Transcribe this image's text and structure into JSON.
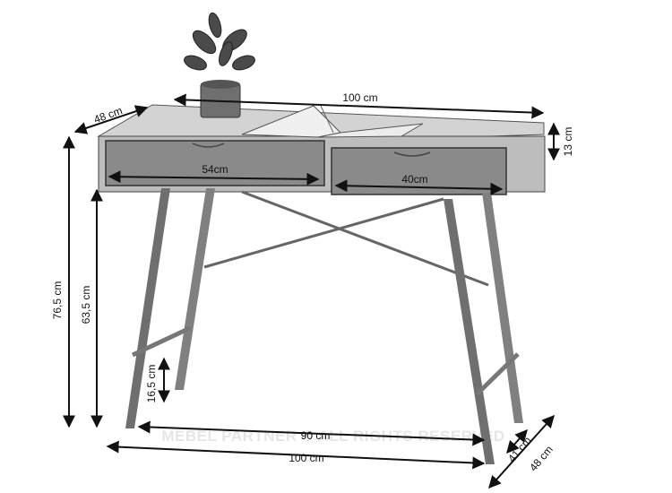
{
  "dimensions": {
    "top_width": "100 cm",
    "top_depth": "48 cm",
    "drawer_height": "13 cm",
    "left_drawer_width": "54cm",
    "right_drawer_width": "40cm",
    "total_height": "76,5 cm",
    "clearance_height": "63,5 cm",
    "foot_bar_height": "16,5 cm",
    "inner_leg_span": "90 cm",
    "base_width": "100 cm",
    "inner_base_depth": "41 cm",
    "base_depth": "48 cm"
  },
  "watermark": "MEBEL PARTNER © ALL RIGHTS RESERVED",
  "colors": {
    "line": "#111111",
    "desk_top": "#c9c9c9",
    "drawer_front": "#8c8c8c",
    "legs": "#777777"
  }
}
